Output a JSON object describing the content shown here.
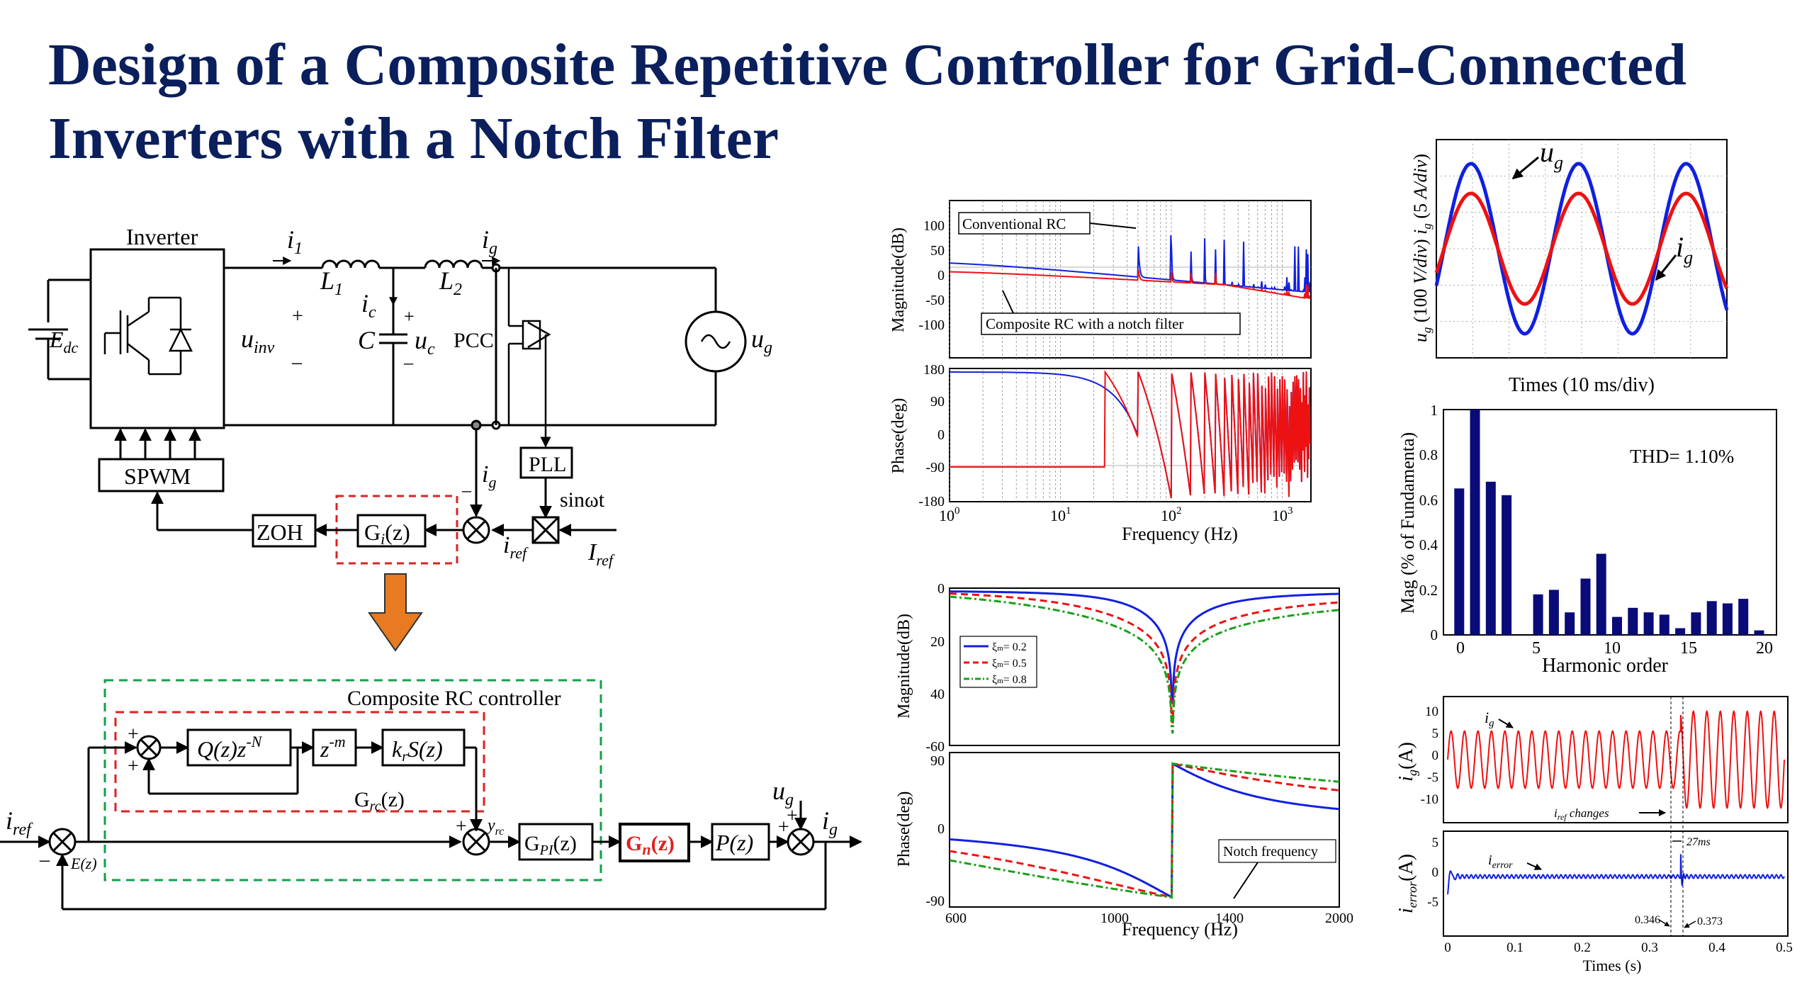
{
  "title_line1": "Design of a Composite Repetitive Controller for Grid-Connected",
  "title_line2": "Inverters with a Notch Filter",
  "circuit": {
    "inverter": "Inverter",
    "edc": "E",
    "edc_sub": "dc",
    "uinv": "u",
    "uinv_sub": "inv",
    "i1": "i",
    "i1_sub": "1",
    "L1": "L",
    "L1_sub": "1",
    "L2": "L",
    "L2_sub": "2",
    "ig": "i",
    "ig_sub": "g",
    "ic": "i",
    "ic_sub": "c",
    "C": "C",
    "uc": "u",
    "uc_sub": "c",
    "pcc": "PCC",
    "ug": "u",
    "ug_sub": "g",
    "pll": "PLL",
    "spwm": "SPWM",
    "zoh": "ZOH",
    "gi": "G",
    "gi_sub": "i",
    "gi_arg": "(z)",
    "sinwt": "sinωt",
    "iref": "i",
    "iref_sub": "ref",
    "Iref": "I",
    "Iref_sub": "ref",
    "ig2": "i",
    "ig2_sub": "g"
  },
  "controller": {
    "composite_label": "Composite RC controller",
    "q_block": "Q(z)z",
    "q_sup": "-N",
    "zm_block": "z",
    "zm_sup": "-m",
    "krs_block": "k",
    "krs_sub": "r",
    "krs_rest": "S(z)",
    "grc_label": "G",
    "grc_sub": "rc",
    "grc_arg": "(z)",
    "yrc": "y",
    "yrc_sub": "rc",
    "gpi": "G",
    "gpi_sub": "PI",
    "gpi_arg": "(z)",
    "gn": "G",
    "gn_sub": "n",
    "gn_arg": "(z)",
    "pz": "P(z)",
    "iref": "i",
    "iref_sub": "ref",
    "ez": "E(z)",
    "ug": "u",
    "ug_sub": "g",
    "ig": "i",
    "ig_sub": "g"
  },
  "bode1": {
    "mag_ylabel": "Magnitude(dB)",
    "phase_ylabel": "Phase(deg)",
    "xlabel": "Frequency  (Hz)",
    "mag_ticks": [
      "100",
      "50",
      "0",
      "-50",
      "-100"
    ],
    "phase_ticks": [
      "180",
      "90",
      "0",
      "-90",
      "-180"
    ],
    "x_ticks": [
      "10",
      "10",
      "10",
      "10"
    ],
    "x_exps": [
      "0",
      "1",
      "2",
      "3"
    ],
    "ann_conventional": "Conventional RC",
    "ann_composite": "Composite RC with a notch filter",
    "colors": {
      "conventional": "#1020e0",
      "composite": "#ee1111"
    }
  },
  "bode2": {
    "mag_ylabel": "Magnitude(dB)",
    "phase_ylabel": "Phase(deg)",
    "xlabel": "Frequency  (Hz)",
    "mag_ticks": [
      "0",
      "20",
      "40",
      "-60"
    ],
    "phase_ticks": [
      "90",
      "0",
      "-90"
    ],
    "x_ticks": [
      "600",
      "1000",
      "1400",
      "2000"
    ],
    "legend": [
      "ξ",
      "= 0.2",
      "= 0.5",
      "= 0.8"
    ],
    "legend_sub": "m",
    "ann_notch": "Notch frequency",
    "colors": [
      "#1020e0",
      "#ee1111",
      "#19a019"
    ]
  },
  "waveform": {
    "ylabel_prefix": "u",
    "ylabel": "u_g (100 V/div)  i_g (5 A/div)",
    "xlabel": "Times (10 ms/div)",
    "ug": "u",
    "ug_sub": "g",
    "ig": "i",
    "ig_sub": "g",
    "colors": {
      "ug": "#1020e0",
      "ig": "#ee1111"
    }
  },
  "chart_data": {
    "type": "bar",
    "ylabel": "Mag (% of Fundamenta)",
    "xlabel": "Harmonic order",
    "annotation": "THD= 1.10%",
    "x_ticks": [
      "0",
      "5",
      "10",
      "15",
      "20"
    ],
    "y_ticks": [
      "1",
      "0.8",
      "0.6",
      "0.4",
      "0.2",
      "0"
    ],
    "ylim": [
      0,
      1
    ],
    "xlim": [
      -1,
      20
    ],
    "categories": [
      0,
      1,
      2,
      3,
      4,
      5,
      6,
      7,
      8,
      9,
      10,
      11,
      12,
      13,
      14,
      15,
      16,
      17,
      18,
      19
    ],
    "values": [
      0.65,
      1.0,
      0.68,
      0.62,
      0.0,
      0.18,
      0.2,
      0.1,
      0.25,
      0.36,
      0.08,
      0.12,
      0.1,
      0.09,
      0.03,
      0.1,
      0.15,
      0.14,
      0.16,
      0.02
    ],
    "extra_values": [
      0.05
    ],
    "color": "#0a0a78"
  },
  "step": {
    "ig_ylabel": "i",
    "ig_ylabel_sub": "g",
    "ig_ylabel_unit": "(A)",
    "ierr_ylabel": "i",
    "ierr_ylabel_sub": "error",
    "ierr_ylabel_unit": "(A)",
    "ig_ticks": [
      "10",
      "5",
      "0",
      "-5",
      "-10"
    ],
    "ierr_ticks": [
      "5",
      "0",
      "-5"
    ],
    "x_ticks": [
      "0",
      "0.1",
      "0.2",
      "0.3",
      "0.4",
      "0.5"
    ],
    "xlabel": "Times (s)",
    "ann_ig": "i",
    "ann_ig_sub": "g",
    "ann_iref": "i",
    "ann_iref_sub": "ref",
    "ann_iref_rest": " changes",
    "ann_ierr": "i",
    "ann_ierr_sub": "error",
    "ann_27": "27ms",
    "t1": "0.346",
    "t2": "0.373"
  }
}
